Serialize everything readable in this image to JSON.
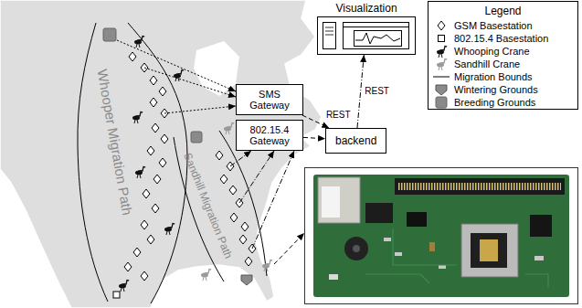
{
  "diagram": {
    "nodes": [
      {
        "text": [
          "Visualization"
        ]
      },
      {
        "text": [
          "SMS Gateway"
        ]
      },
      {
        "text": [
          "802.15.4 Gateway"
        ]
      },
      {
        "text": [
          "backend"
        ]
      }
    ],
    "edges": [
      {
        "from": 1,
        "to": 3,
        "arrow": "to",
        "label": "REST"
      },
      {
        "from": 2,
        "to": 3,
        "arrow": "to"
      },
      {
        "from": 3,
        "to": 0,
        "arrow": "to",
        "label": "REST"
      }
    ],
    "labels": [
      "Whooper Migration Path",
      "Sandhill Migration Path",
      "Legend"
    ],
    "legend": [
      {
        "text": "GSM Basestation"
      },
      {
        "text": "802.15.4 Basestation"
      },
      {
        "text": "Whooping Crane"
      },
      {
        "text": "Sandhill Crane"
      },
      {
        "text": "Migration Bounds"
      },
      {
        "text": "Wintering Grounds"
      },
      {
        "text": "Breeding Grounds"
      }
    ]
  }
}
